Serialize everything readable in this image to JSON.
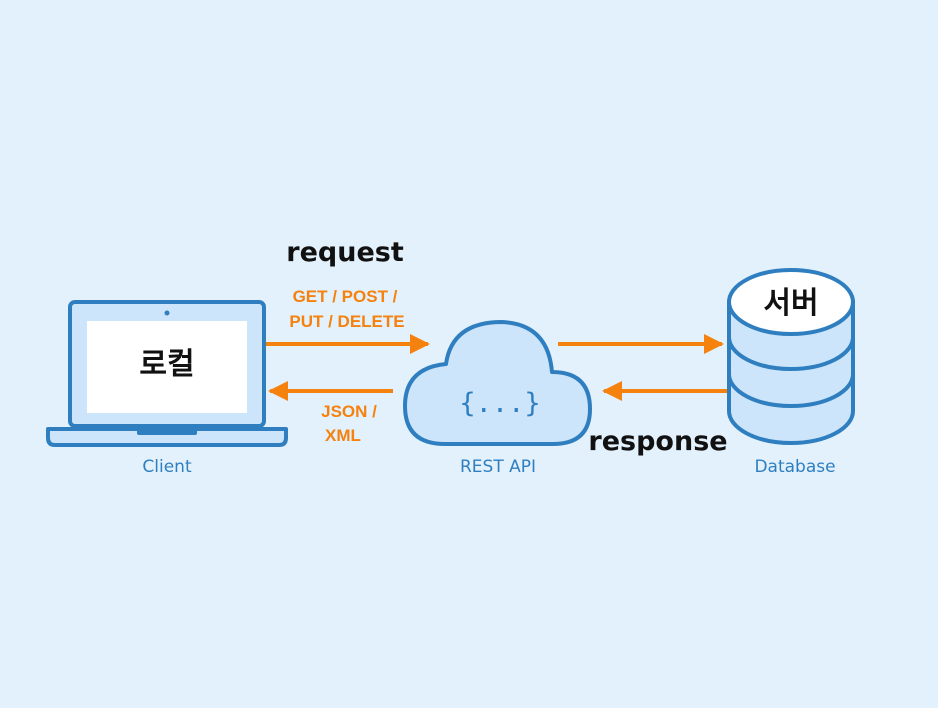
{
  "colors": {
    "background": "#e3f1fc",
    "outline": "#2f7fc0",
    "fill_light": "#cce5fa",
    "screen": "#ffffff",
    "arrow": "#f5820f",
    "label_orange": "#f5820f",
    "label_dark": "#111111"
  },
  "client": {
    "icon": "laptop-icon",
    "screen_text": "로컬",
    "caption": "Client"
  },
  "api": {
    "icon": "cloud-icon",
    "inner_text": "{...}",
    "caption": "REST API"
  },
  "database": {
    "icon": "database-icon",
    "inner_text": "서버",
    "caption": "Database"
  },
  "request": {
    "label": "request",
    "methods_line1": "GET / POST /",
    "methods_line2": "PUT / DELETE"
  },
  "response": {
    "label": "response",
    "formats_line1": "JSON /",
    "formats_line2": "XML"
  }
}
